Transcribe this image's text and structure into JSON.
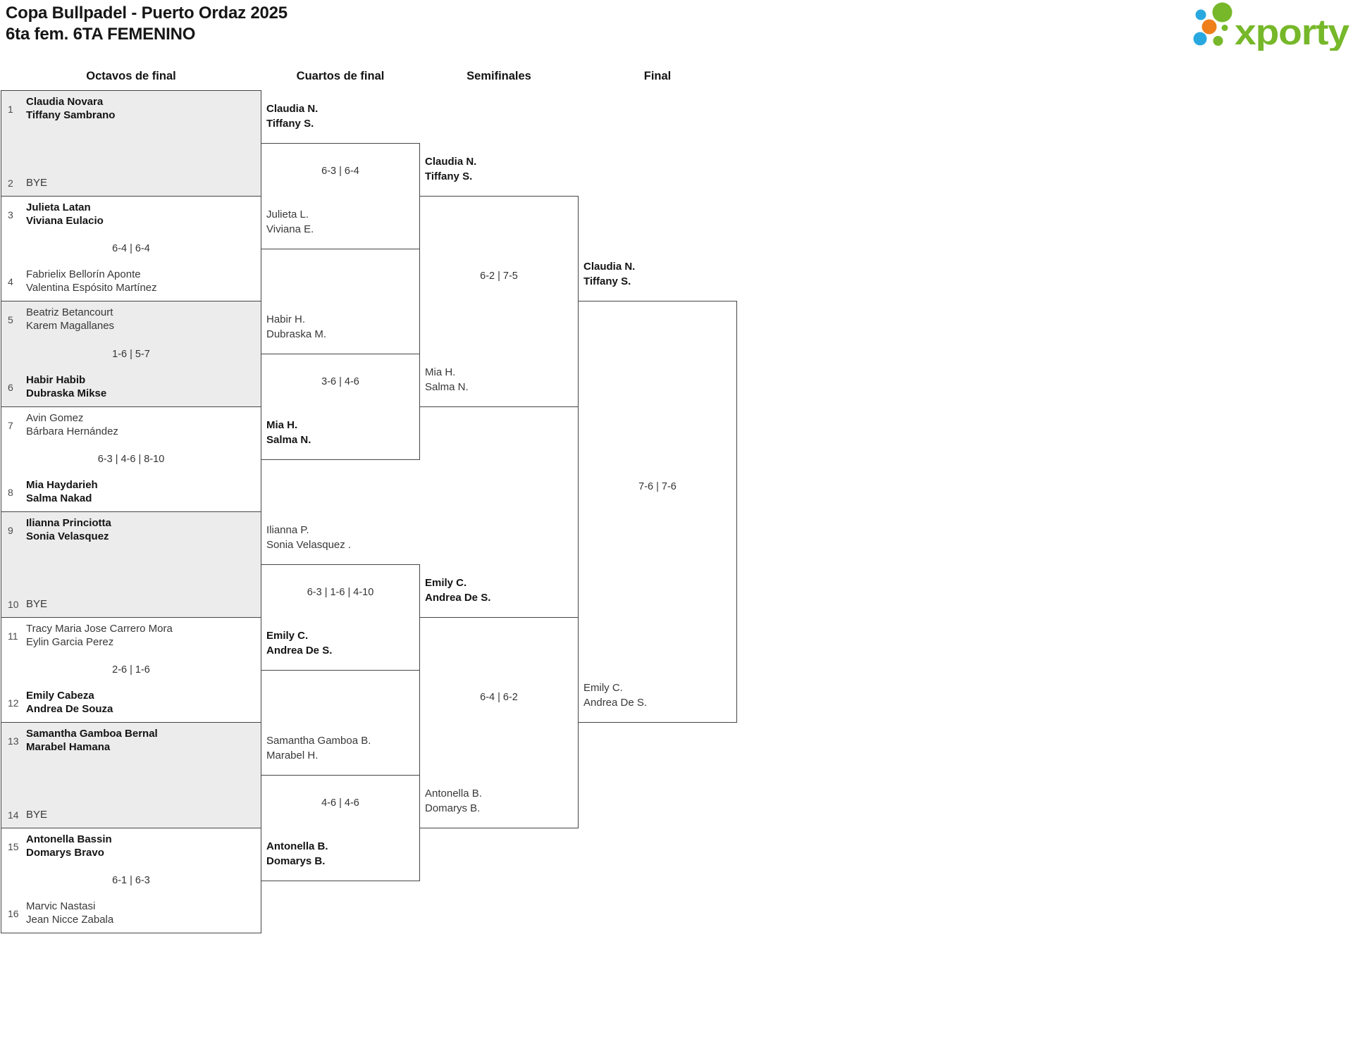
{
  "page": {
    "title": "Copa Bullpadel - Puerto Ordaz 2025",
    "subtitle": "6ta fem. 6TA FEMENINO"
  },
  "logo": {
    "text": "xporty",
    "green": "#76b82a",
    "blue": "#29a8df",
    "orange": "#ee7f1b"
  },
  "rounds": [
    "Octavos de final",
    "Cuartos de final",
    "Semifinales",
    "Final"
  ],
  "colors": {
    "box_border": "#454545",
    "box_shaded": "#ececec",
    "winner_text": "#141414",
    "normal_text": "#383838"
  },
  "bracket": {
    "octavos": [
      {
        "shaded": true,
        "score": "",
        "top": {
          "seed": "1",
          "winner": true,
          "lines": [
            "Claudia Novara",
            "Tiffany Sambrano"
          ]
        },
        "bottom": {
          "seed": "2",
          "winner": false,
          "lines": [
            "BYE"
          ]
        }
      },
      {
        "shaded": false,
        "score": "6-4 | 6-4",
        "top": {
          "seed": "3",
          "winner": true,
          "lines": [
            "Julieta Latan",
            "Viviana Eulacio"
          ]
        },
        "bottom": {
          "seed": "4",
          "winner": false,
          "lines": [
            "Fabrielix Bellorín Aponte",
            "Valentina Espósito Martínez"
          ]
        }
      },
      {
        "shaded": true,
        "score": "1-6 | 5-7",
        "top": {
          "seed": "5",
          "winner": false,
          "lines": [
            "Beatriz Betancourt",
            "Karem Magallanes"
          ]
        },
        "bottom": {
          "seed": "6",
          "winner": true,
          "lines": [
            "Habir Habib",
            "Dubraska Mikse"
          ]
        }
      },
      {
        "shaded": false,
        "score": "6-3 | 4-6 | 8-10",
        "top": {
          "seed": "7",
          "winner": false,
          "lines": [
            "Avin Gomez",
            "Bárbara Hernández"
          ]
        },
        "bottom": {
          "seed": "8",
          "winner": true,
          "lines": [
            "Mia Haydarieh",
            "Salma Nakad"
          ]
        }
      },
      {
        "shaded": true,
        "score": "",
        "top": {
          "seed": "9",
          "winner": true,
          "lines": [
            "Ilianna Princiotta",
            "Sonia Velasquez"
          ]
        },
        "bottom": {
          "seed": "10",
          "winner": false,
          "lines": [
            "BYE"
          ]
        }
      },
      {
        "shaded": false,
        "score": "2-6 | 1-6",
        "top": {
          "seed": "11",
          "winner": false,
          "lines": [
            "Tracy Maria Jose Carrero Mora",
            "Eylin Garcia Perez"
          ]
        },
        "bottom": {
          "seed": "12",
          "winner": true,
          "lines": [
            "Emily Cabeza",
            "Andrea De Souza"
          ]
        }
      },
      {
        "shaded": true,
        "score": "",
        "top": {
          "seed": "13",
          "winner": true,
          "lines": [
            "Samantha Gamboa Bernal",
            "Marabel Hamana"
          ]
        },
        "bottom": {
          "seed": "14",
          "winner": false,
          "lines": [
            "BYE"
          ]
        }
      },
      {
        "shaded": false,
        "score": "6-1 | 6-3",
        "top": {
          "seed": "15",
          "winner": true,
          "lines": [
            "Antonella Bassin",
            "Domarys Bravo"
          ]
        },
        "bottom": {
          "seed": "16",
          "winner": false,
          "lines": [
            "Marvic Nastasi",
            "Jean Nicce Zabala"
          ]
        }
      }
    ],
    "cuartos": [
      {
        "score": "6-3 | 6-4",
        "top": {
          "winner": true,
          "lines": [
            "Claudia N.",
            "Tiffany S."
          ]
        },
        "bottom": {
          "winner": false,
          "lines": [
            "Julieta L.",
            "Viviana E."
          ]
        }
      },
      {
        "score": "3-6 | 4-6",
        "top": {
          "winner": false,
          "lines": [
            "Habir H.",
            "Dubraska M."
          ]
        },
        "bottom": {
          "winner": true,
          "lines": [
            "Mia H.",
            "Salma N."
          ]
        }
      },
      {
        "score": "6-3 | 1-6 | 4-10",
        "top": {
          "winner": false,
          "lines": [
            "Ilianna P.",
            "Sonia Velasquez ."
          ]
        },
        "bottom": {
          "winner": true,
          "lines": [
            "Emily C.",
            "Andrea De S."
          ]
        }
      },
      {
        "score": "4-6 | 4-6",
        "top": {
          "winner": false,
          "lines": [
            "Samantha Gamboa B.",
            "Marabel H."
          ]
        },
        "bottom": {
          "winner": true,
          "lines": [
            "Antonella B.",
            "Domarys B."
          ]
        }
      }
    ],
    "semifinales": [
      {
        "score": "6-2 | 7-5",
        "top": {
          "winner": true,
          "lines": [
            "Claudia N.",
            "Tiffany S."
          ]
        },
        "bottom": {
          "winner": false,
          "lines": [
            "Mia H.",
            "Salma N."
          ]
        }
      },
      {
        "score": "6-4 | 6-2",
        "top": {
          "winner": true,
          "lines": [
            "Emily C.",
            "Andrea De S."
          ]
        },
        "bottom": {
          "winner": false,
          "lines": [
            "Antonella B.",
            "Domarys B."
          ]
        }
      }
    ],
    "final": [
      {
        "score": "7-6 | 7-6",
        "top": {
          "winner": true,
          "lines": [
            "Claudia N.",
            "Tiffany S."
          ]
        },
        "bottom": {
          "winner": false,
          "lines": [
            "Emily C.",
            "Andrea De S."
          ]
        }
      }
    ]
  }
}
